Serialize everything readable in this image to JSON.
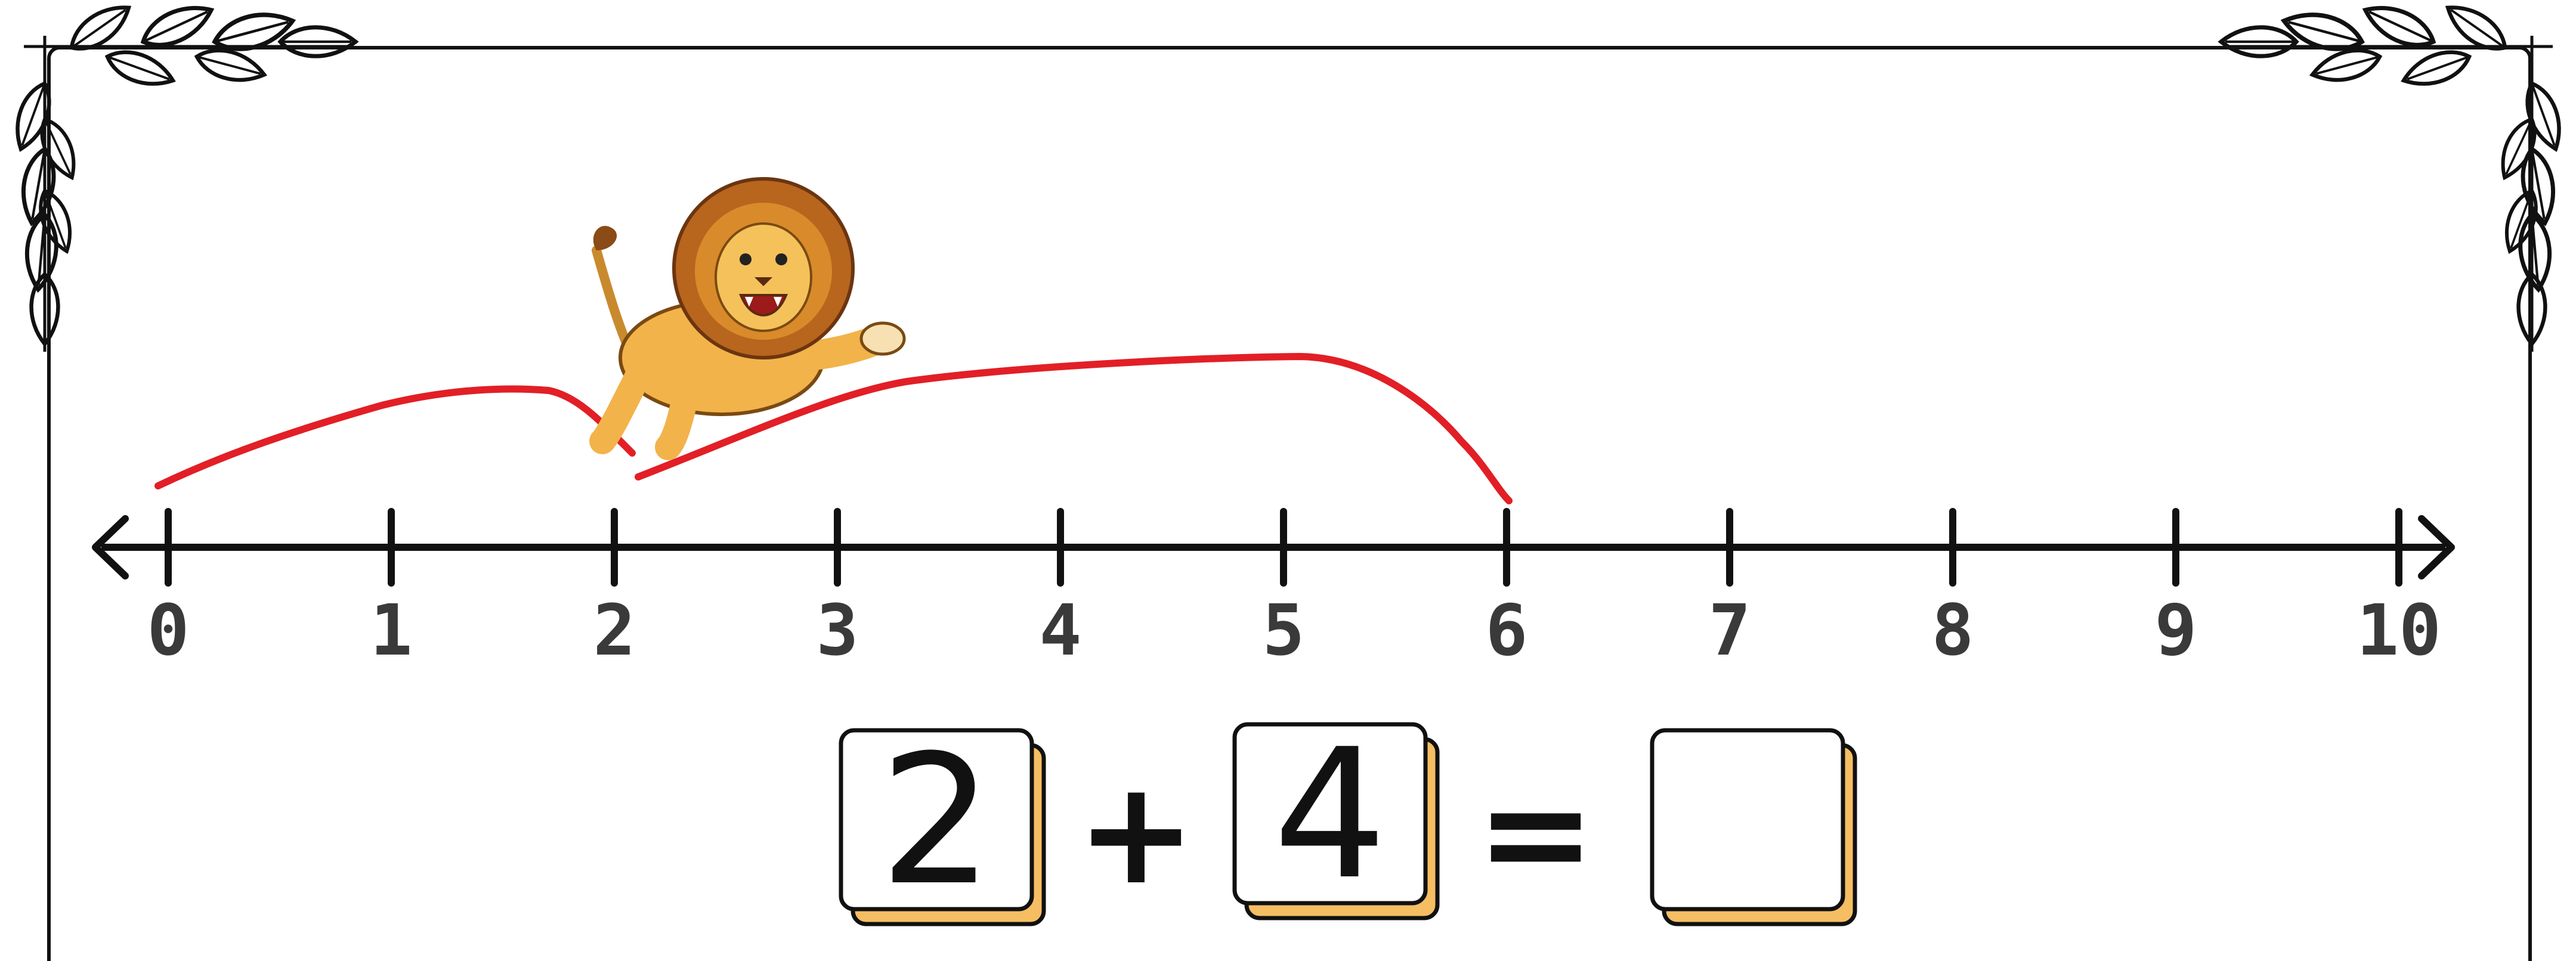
{
  "number_line": {
    "tick_labels": [
      "0",
      "1",
      "2",
      "3",
      "4",
      "5",
      "6",
      "7",
      "8",
      "9",
      "10"
    ]
  },
  "jumps": {
    "start": 0,
    "hops": [
      2,
      4
    ],
    "end": 6,
    "color": "#e21f26"
  },
  "equation": {
    "addend_1": "2",
    "operator_plus": "+",
    "addend_2": "4",
    "operator_equals": "=",
    "answer": ""
  },
  "colors": {
    "box_shadow": "#f6be63",
    "ink": "#111111",
    "tick_label": "#3a3a3a"
  },
  "icons": [
    "lion-illustration",
    "leaf-vine-decoration"
  ]
}
